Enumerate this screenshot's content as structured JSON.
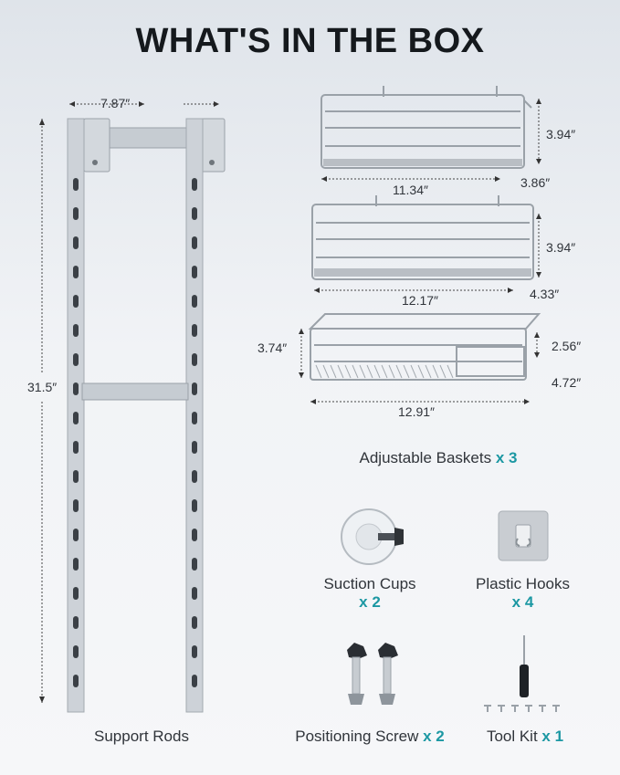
{
  "title": "WHAT'S IN THE BOX",
  "support_rods": {
    "width_dim": "7.87″",
    "height_dim": "31.5″",
    "label": "Support Rods"
  },
  "baskets": {
    "top": {
      "length": "11.34″",
      "height": "3.94″",
      "depth": "3.86″"
    },
    "middle": {
      "length": "12.17″",
      "height": "3.94″",
      "depth": "4.33″"
    },
    "bottom": {
      "length": "12.91″",
      "height_left": "3.74″",
      "height_right": "2.56″",
      "depth": "4.72″"
    },
    "label": "Adjustable Baskets",
    "qty": "x 3"
  },
  "suction_cups": {
    "label": "Suction Cups",
    "qty": "x 2"
  },
  "plastic_hooks": {
    "label": "Plastic Hooks",
    "qty": "x 4"
  },
  "positioning_screw": {
    "label": "Positioning Screw",
    "qty": "x 2"
  },
  "tool_kit": {
    "label": "Tool Kit",
    "qty": "x 1"
  },
  "colors": {
    "accent": "#1c98a3",
    "title": "#15191d",
    "metal": "#c9ced4"
  }
}
